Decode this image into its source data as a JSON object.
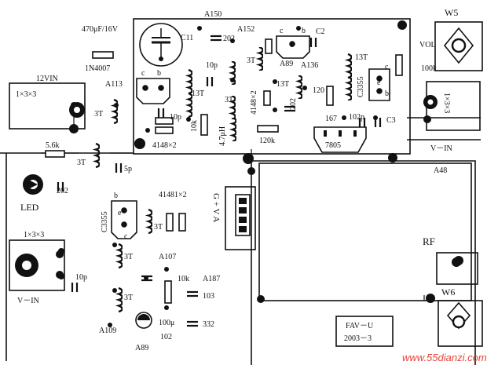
{
  "diagram": {
    "board_labels": {
      "a150": "A150",
      "w5": "W5",
      "w6": "W6",
      "a48": "A48",
      "vol": "VOL",
      "rf": "RF",
      "gva": "G + V A",
      "v_in_right": "V－IN",
      "v_in_left": "V－IN",
      "twelve_vin": "12VIN",
      "conn_top_left": "1×3×3",
      "conn_mid_left": "1×3×3",
      "conn_right": "1×3×3",
      "led": "LED"
    },
    "components": {
      "c11": "C11",
      "cap_470": "470μF/16V",
      "diode_1n4007": "1N4007",
      "a113": "A113",
      "a152": "A152",
      "a89_top": "A89",
      "a136": "A136",
      "c2": "C2",
      "c3355_top": "C3355",
      "c3355_bot": "C3355",
      "r100k": "100k",
      "r120": "120",
      "r167": "167",
      "c102p": "102p",
      "c3": "C3",
      "reg_7805": "7805",
      "r120k": "120k",
      "cap_202_top": "202",
      "cap_202_mid": "202",
      "cap_202_left": "202",
      "cap_10p_top": "10p",
      "cap_10p_mid": "10p",
      "cap_10p_left": "10p",
      "diodes_top": "4148×2",
      "diodes_vert": "4148×2",
      "diodes_bot": "41481×2",
      "inductor_47": "4.7μH",
      "r10k_top": "10k",
      "r10k_bot": "10k",
      "r5_6k": "5.6k",
      "cap_5p": "5p",
      "a107": "A107",
      "a109": "A109",
      "a187": "A187",
      "a89_bot": "A89",
      "cap_100u": "100μ",
      "cap_102": "102",
      "cap_103": "103",
      "cap_332": "332",
      "turns_3t": "3T",
      "turns_13t": "13T",
      "pin_c": "c",
      "pin_b": "b",
      "pin_e": "e"
    },
    "stamp": {
      "line1": "FAV－U",
      "line2": "2003－3"
    },
    "watermark": "www.55dianzi.com"
  }
}
